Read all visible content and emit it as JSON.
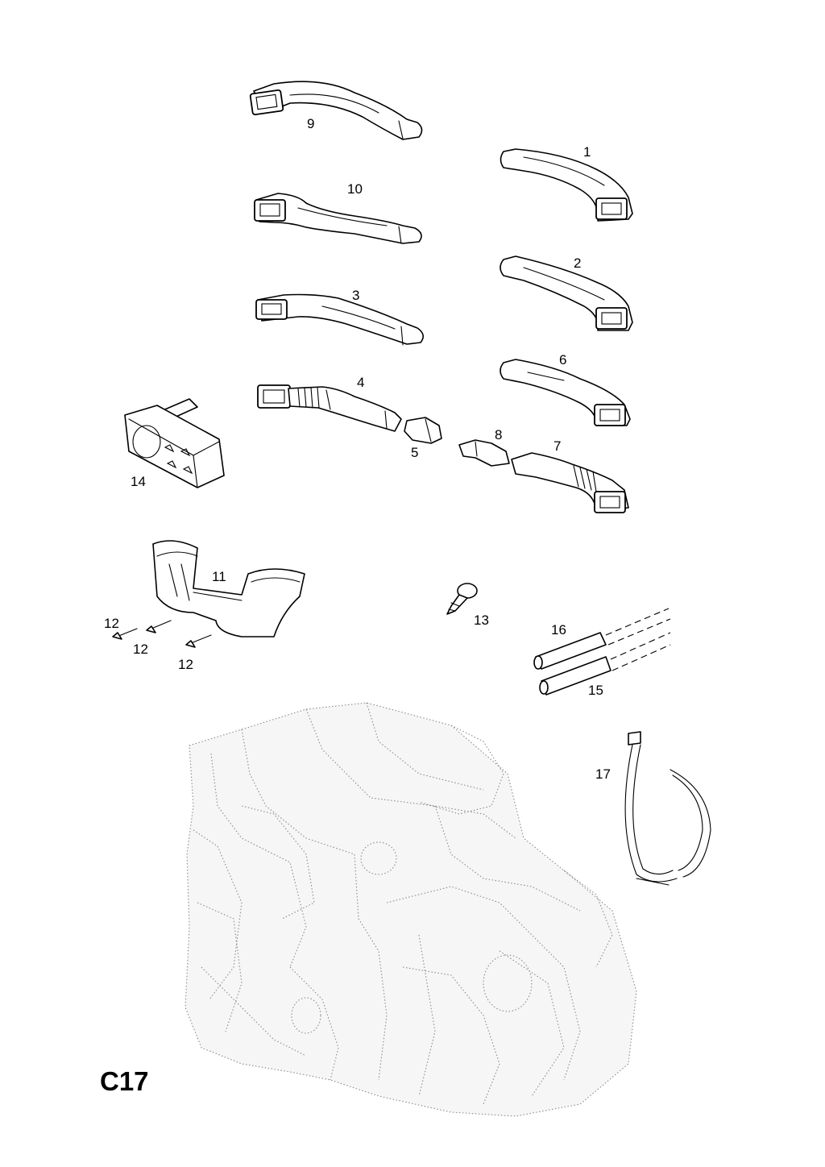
{
  "diagram": {
    "page_code": "C17",
    "labels": {
      "p1": "1",
      "p2": "2",
      "p3": "3",
      "p4": "4",
      "p5": "5",
      "p6": "6",
      "p7": "7",
      "p8": "8",
      "p9": "9",
      "p10": "10",
      "p11": "11",
      "p12a": "12",
      "p12b": "12",
      "p12c": "12",
      "p13": "13",
      "p14": "14",
      "p15": "15",
      "p16": "16",
      "p17": "17"
    }
  }
}
